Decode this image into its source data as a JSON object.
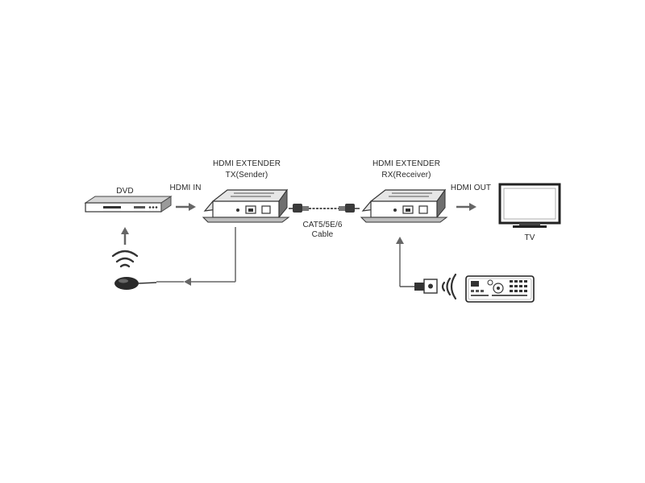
{
  "labels": {
    "dvd": "DVD",
    "hdmi_in": "HDMI IN",
    "tx_title": "HDMI EXTENDER",
    "tx_subtitle": "TX(Sender)",
    "cable_type": "CAT5/5E/6",
    "cable_word": "Cable",
    "rx_title": "HDMI EXTENDER",
    "rx_subtitle": "RX(Receiver)",
    "hdmi_out": "HDMI OUT",
    "tv": "TV"
  },
  "icons": {
    "dvd_player": "dvd-player-icon",
    "tx_unit": "extender-box-icon",
    "rx_unit": "extender-box-icon",
    "tv": "tv-icon",
    "ir_emitter": "ir-emitter-icon",
    "ir_receiver": "ir-receiver-icon",
    "remote": "remote-control-icon",
    "wireless_signal": "wireless-signal-icon"
  },
  "colors": {
    "line": "#555555",
    "arrow": "#666666",
    "device_dark": "#333333",
    "device_mid": "#7a7a7a",
    "device_light": "#d9d9d9"
  }
}
